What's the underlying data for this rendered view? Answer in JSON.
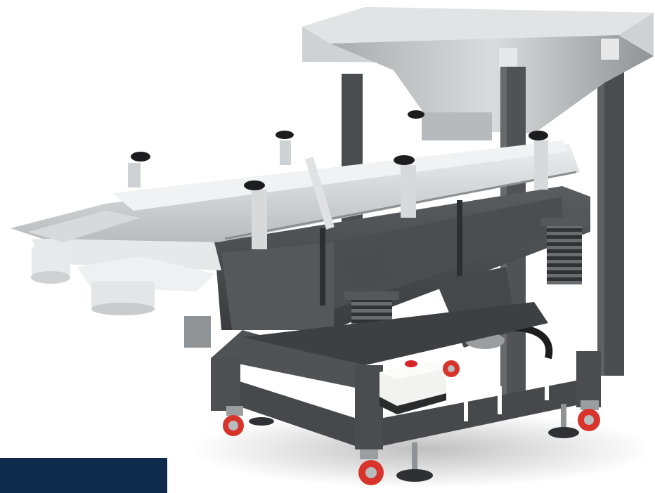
{
  "colors": {
    "frame": "#4a4c4f",
    "frame_dark": "#36383b",
    "steel": "#c9ccce",
    "steel_light": "#e4e6e7",
    "steel_dark": "#9a9ea1",
    "spring": "#3e4043",
    "wheel": "#d8342c",
    "knob": "#1d1d1f",
    "accent_block": "#0e2a4c",
    "motor_box": "#f2f2f0",
    "button": "#d8252a"
  },
  "icons": [
    "vibrating-screen-machine",
    "caster-wheel",
    "spring",
    "clamp-knob",
    "hopper"
  ]
}
